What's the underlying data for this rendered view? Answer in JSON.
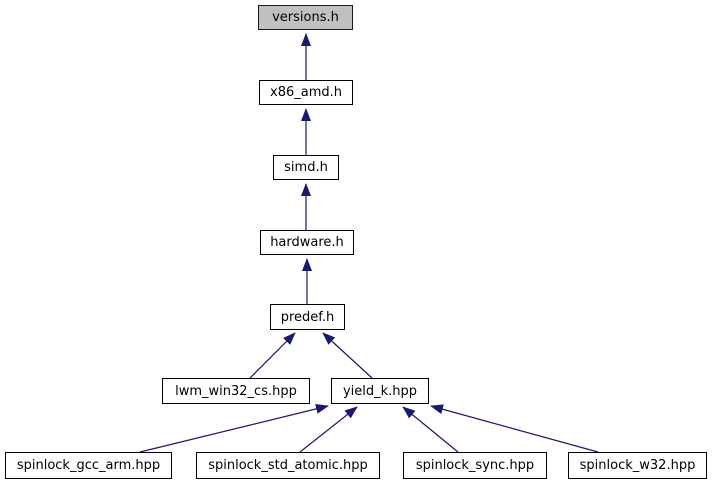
{
  "diagram": {
    "type": "include-dependency-graph",
    "colors": {
      "edge": "#191970",
      "node_border": "#000000",
      "node_fill": "#ffffff",
      "highlight_fill": "#c0c0c0",
      "text": "#000000",
      "background": "#ffffff"
    },
    "nodes": [
      {
        "id": "versions",
        "label": "versions.h",
        "highlighted": true
      },
      {
        "id": "x86_amd",
        "label": "x86_amd.h",
        "highlighted": false
      },
      {
        "id": "simd",
        "label": "simd.h",
        "highlighted": false
      },
      {
        "id": "hardware",
        "label": "hardware.h",
        "highlighted": false
      },
      {
        "id": "predef",
        "label": "predef.h",
        "highlighted": false
      },
      {
        "id": "lwm_win32_cs",
        "label": "lwm_win32_cs.hpp",
        "highlighted": false
      },
      {
        "id": "yield_k",
        "label": "yield_k.hpp",
        "highlighted": false
      },
      {
        "id": "spinlock_gcc_arm",
        "label": "spinlock_gcc_arm.hpp",
        "highlighted": false
      },
      {
        "id": "spinlock_std_atomic",
        "label": "spinlock_std_atomic.hpp",
        "highlighted": false
      },
      {
        "id": "spinlock_sync",
        "label": "spinlock_sync.hpp",
        "highlighted": false
      },
      {
        "id": "spinlock_w32",
        "label": "spinlock_w32.hpp",
        "highlighted": false
      }
    ],
    "edges": [
      {
        "from": "x86_amd.h",
        "to": "versions.h"
      },
      {
        "from": "simd.h",
        "to": "x86_amd.h"
      },
      {
        "from": "hardware.h",
        "to": "simd.h"
      },
      {
        "from": "predef.h",
        "to": "hardware.h"
      },
      {
        "from": "lwm_win32_cs.hpp",
        "to": "predef.h"
      },
      {
        "from": "yield_k.hpp",
        "to": "predef.h"
      },
      {
        "from": "spinlock_gcc_arm.hpp",
        "to": "yield_k.hpp"
      },
      {
        "from": "spinlock_std_atomic.hpp",
        "to": "yield_k.hpp"
      },
      {
        "from": "spinlock_sync.hpp",
        "to": "yield_k.hpp"
      },
      {
        "from": "spinlock_w32.hpp",
        "to": "yield_k.hpp"
      }
    ]
  }
}
